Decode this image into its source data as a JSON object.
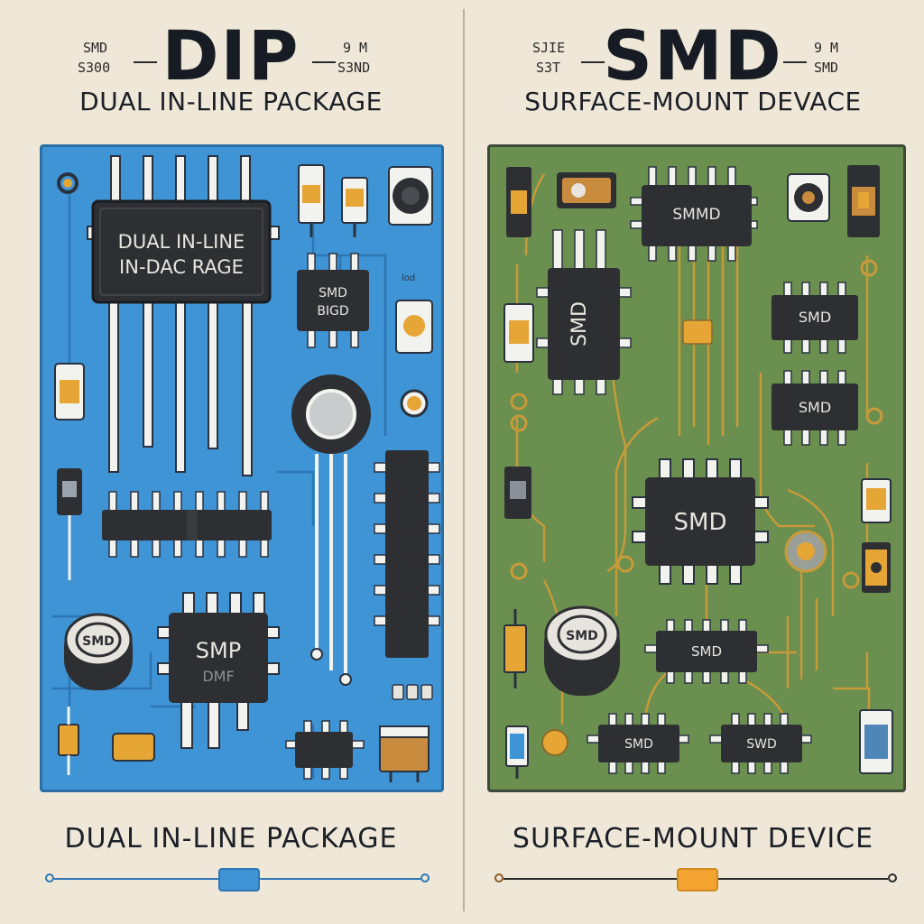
{
  "left": {
    "title": "DIP",
    "subtitle": "DUAL IN-LINE PACKAGE",
    "side_left_top": "SMD",
    "side_left_bottom": "S300",
    "side_right_top": "9 M",
    "side_right_bottom": "S3ND",
    "footer": "DUAL IN-LINE PACKAGE",
    "main_chip_line1": "DUAL IN-LINE",
    "main_chip_line2": "IN-DAC RAGE",
    "small_chip_line1": "SMD",
    "small_chip_line2": "BIGD",
    "smp_chip_line1": "SMP",
    "smp_chip_line2": "DMF",
    "cap_label": "SMD",
    "mini_label": "lod",
    "board_color": "#3f94d6",
    "slider_knob": 0.5
  },
  "right": {
    "title": "SMD",
    "subtitle": "SURFACE-MOUNT DEVACE",
    "side_left_top": "SJIE",
    "side_left_bottom": "S3T",
    "side_right_top": "9 M",
    "side_right_bottom": "SMD",
    "footer": "SURFACE-MOUNT DEVICE",
    "chip_top": "SMMD",
    "chip_vertical": "SMD",
    "chip_right1": "SMD",
    "chip_right2": "SMD",
    "chip_center": "SMD",
    "chip_bottom": "SMD",
    "chip_bl": "SMD",
    "chip_br": "SWD",
    "cap_label": "SMD",
    "board_color": "#6a8f4f",
    "slider_knob": 0.5
  }
}
